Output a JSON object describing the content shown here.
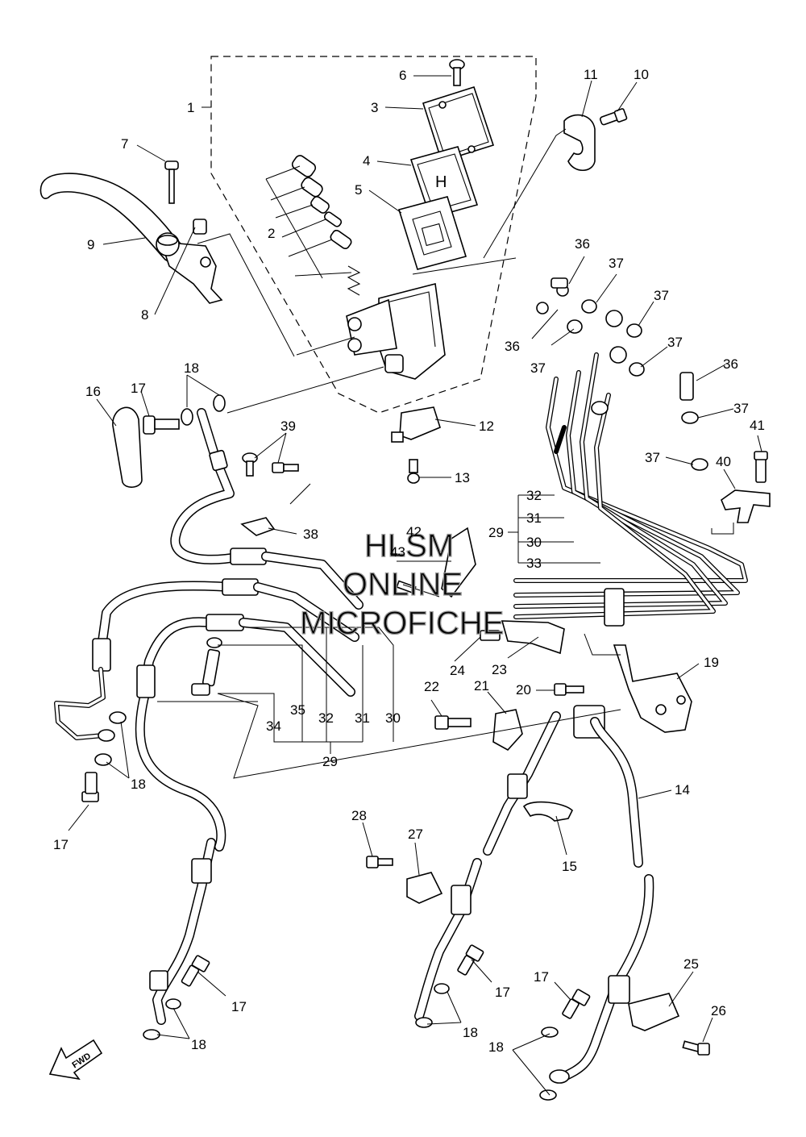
{
  "watermark": {
    "line1": "HLSM",
    "line2": "ONLINE",
    "line3": "MICROFICHE"
  },
  "fwd_label": "FWD",
  "callouts": [
    {
      "id": "c1",
      "text": "1"
    },
    {
      "id": "c2",
      "text": "2"
    },
    {
      "id": "c3",
      "text": "3"
    },
    {
      "id": "c4",
      "text": "4"
    },
    {
      "id": "c5",
      "text": "5"
    },
    {
      "id": "c6",
      "text": "6"
    },
    {
      "id": "c7",
      "text": "7"
    },
    {
      "id": "c8",
      "text": "8"
    },
    {
      "id": "c9",
      "text": "9"
    },
    {
      "id": "c10",
      "text": "10"
    },
    {
      "id": "c11",
      "text": "11"
    },
    {
      "id": "c12",
      "text": "12"
    },
    {
      "id": "c13",
      "text": "13"
    },
    {
      "id": "c14",
      "text": "14"
    },
    {
      "id": "c15",
      "text": "15"
    },
    {
      "id": "c16",
      "text": "16"
    },
    {
      "id": "c17a",
      "text": "17"
    },
    {
      "id": "c17b",
      "text": "17"
    },
    {
      "id": "c17c",
      "text": "17"
    },
    {
      "id": "c17d",
      "text": "17"
    },
    {
      "id": "c17e",
      "text": "17"
    },
    {
      "id": "c18a",
      "text": "18"
    },
    {
      "id": "c18b",
      "text": "18"
    },
    {
      "id": "c18c",
      "text": "18"
    },
    {
      "id": "c18d",
      "text": "18"
    },
    {
      "id": "c18e",
      "text": "18"
    },
    {
      "id": "c19",
      "text": "19"
    },
    {
      "id": "c20",
      "text": "20"
    },
    {
      "id": "c21",
      "text": "21"
    },
    {
      "id": "c22",
      "text": "22"
    },
    {
      "id": "c23",
      "text": "23"
    },
    {
      "id": "c24",
      "text": "24"
    },
    {
      "id": "c25",
      "text": "25"
    },
    {
      "id": "c26",
      "text": "26"
    },
    {
      "id": "c27",
      "text": "27"
    },
    {
      "id": "c28",
      "text": "28"
    },
    {
      "id": "c29a",
      "text": "29"
    },
    {
      "id": "c29b",
      "text": "29"
    },
    {
      "id": "c30a",
      "text": "30"
    },
    {
      "id": "c30b",
      "text": "30"
    },
    {
      "id": "c31a",
      "text": "31"
    },
    {
      "id": "c31b",
      "text": "31"
    },
    {
      "id": "c32a",
      "text": "32"
    },
    {
      "id": "c32b",
      "text": "32"
    },
    {
      "id": "c33",
      "text": "33"
    },
    {
      "id": "c34",
      "text": "34"
    },
    {
      "id": "c35",
      "text": "35"
    },
    {
      "id": "c36a",
      "text": "36"
    },
    {
      "id": "c36b",
      "text": "36"
    },
    {
      "id": "c36c",
      "text": "36"
    },
    {
      "id": "c37a",
      "text": "37"
    },
    {
      "id": "c37b",
      "text": "37"
    },
    {
      "id": "c37c",
      "text": "37"
    },
    {
      "id": "c37d",
      "text": "37"
    },
    {
      "id": "c37e",
      "text": "37"
    },
    {
      "id": "c37f",
      "text": "37"
    },
    {
      "id": "c38",
      "text": "38"
    },
    {
      "id": "c39",
      "text": "39"
    },
    {
      "id": "c40",
      "text": "40"
    },
    {
      "id": "c41",
      "text": "41"
    },
    {
      "id": "c42",
      "text": "42"
    },
    {
      "id": "c43",
      "text": "43"
    }
  ]
}
